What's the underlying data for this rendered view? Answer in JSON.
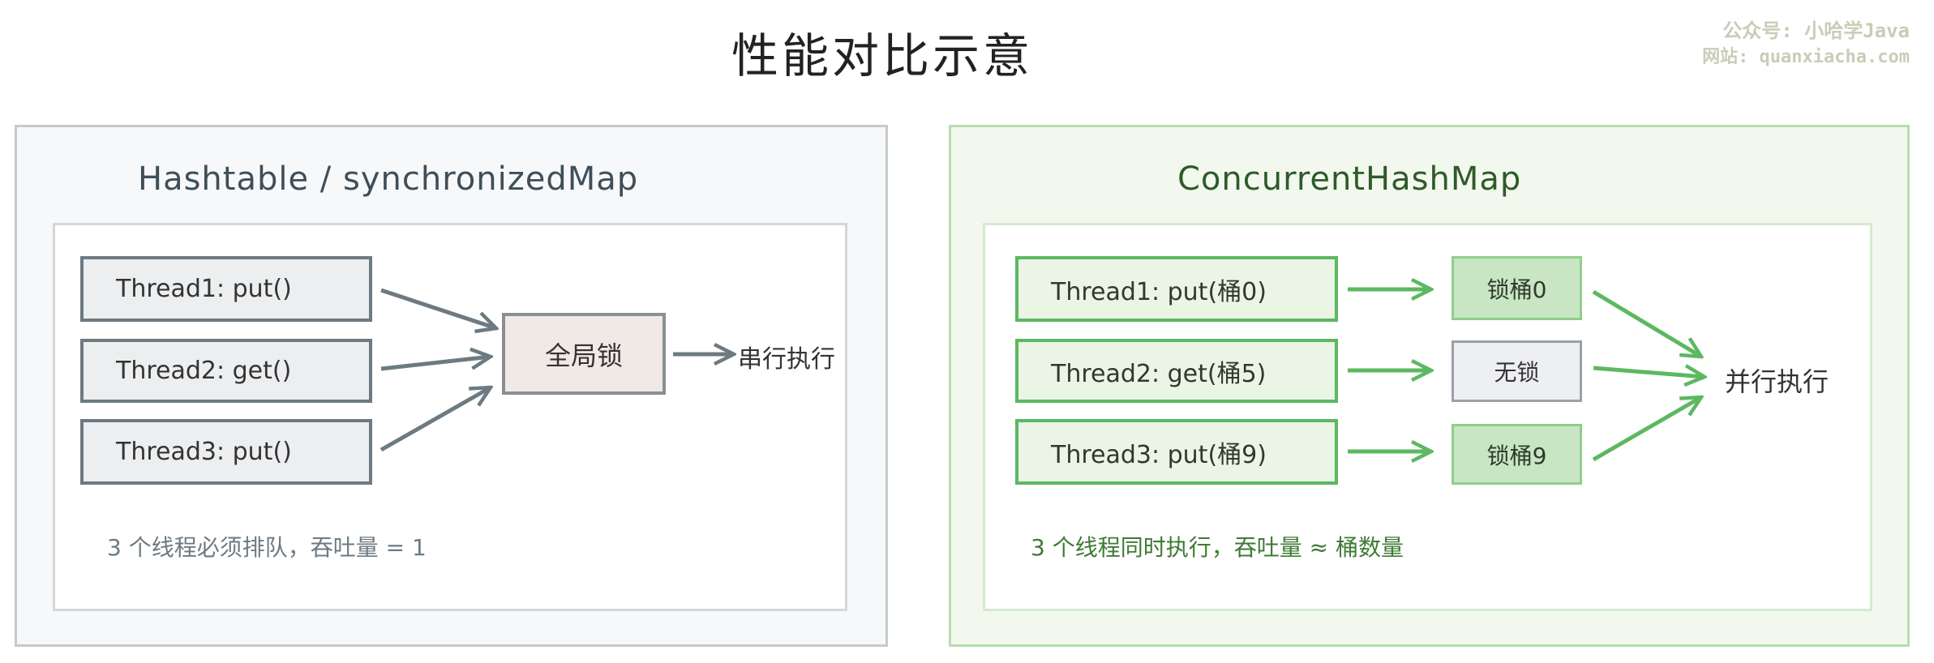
{
  "title": "性能对比示意",
  "watermark": {
    "line1": "公众号: 小哈学Java",
    "line2": "网站: quanxiacha.com"
  },
  "left": {
    "title": "Hashtable / synchronizedMap",
    "threads": [
      "Thread1: put()",
      "Thread2: get()",
      "Thread3: put()"
    ],
    "lock": "全局锁",
    "result": "串行执行",
    "footer": "3 个线程必须排队，吞吐量 = 1"
  },
  "right": {
    "title": "ConcurrentHashMap",
    "threads": [
      "Thread1: put(桶0)",
      "Thread2: get(桶5)",
      "Thread3: put(桶9)"
    ],
    "locks": [
      "锁桶0",
      "无锁",
      "锁桶9"
    ],
    "result": "并行执行",
    "footer": "3 个线程同时执行，吞吐量 ≈ 桶数量"
  },
  "colors": {
    "gray": "#6d7a82",
    "green": "#5cb861",
    "lock_fill": "#f1e9e6",
    "bucket_fill": "#c9e6c4"
  }
}
